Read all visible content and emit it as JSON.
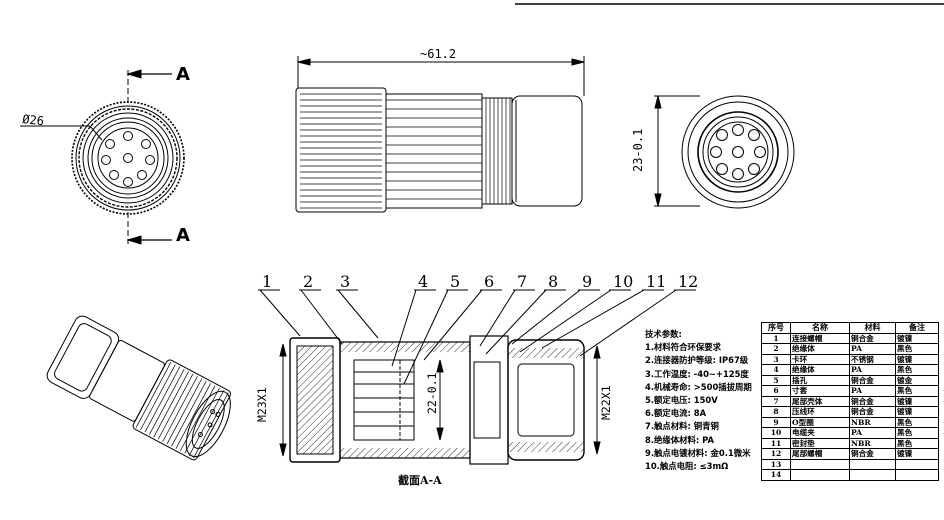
{
  "top_view": {
    "section_label_top": "A",
    "section_label_bottom": "A",
    "diameter_label": "Ø26"
  },
  "side_view": {
    "length_label": "~61.2"
  },
  "end_view": {
    "height_label": "23-0.1"
  },
  "section_view": {
    "callouts": [
      "1",
      "2",
      "3",
      "4",
      "5",
      "6",
      "7",
      "8",
      "9",
      "10",
      "11",
      "12"
    ],
    "left_thread": "M23X1",
    "inner_dim": "22-0.1",
    "right_thread": "M22X1",
    "caption": "截面A-A"
  },
  "specs": {
    "title": "技术参数:",
    "items": [
      "1.材料符合环保要求",
      "2.连接器防护等级: IP67级",
      "3.工作温度: -40~+125度",
      "4.机械寿命: >500插拔周期",
      "5.额定电压: 150V",
      "6.额定电流: 8A",
      "7.触点材料: 铜青铜",
      "8.绝缘体材料: PA",
      "9.触点电镀材料: 金0.1微米",
      "10.触点电阻: ≤3mΩ"
    ]
  },
  "bom": {
    "headers": [
      "序号",
      "名称",
      "材料",
      "备注"
    ],
    "rows": [
      [
        "1",
        "连接螺帽",
        "铜合金",
        "镀镍"
      ],
      [
        "2",
        "绝缘体",
        "PA",
        "黑色"
      ],
      [
        "3",
        "卡环",
        "不锈钢",
        "镀镍"
      ],
      [
        "4",
        "绝缘体",
        "PA",
        "黑色"
      ],
      [
        "5",
        "插孔",
        "铜合金",
        "镀金"
      ],
      [
        "6",
        "寸套",
        "PA",
        "黑色"
      ],
      [
        "7",
        "尾部壳体",
        "铜合金",
        "镀镍"
      ],
      [
        "8",
        "压线环",
        "铜合金",
        "镀镍"
      ],
      [
        "9",
        "O型圈",
        "NBR",
        "黑色"
      ],
      [
        "10",
        "电缆夹",
        "PA",
        "黑色"
      ],
      [
        "11",
        "密封垫",
        "NBR",
        "黑色"
      ],
      [
        "12",
        "尾部螺帽",
        "铜合金",
        "镀镍"
      ],
      [
        "13",
        "",
        "",
        ""
      ],
      [
        "14",
        "",
        "",
        ""
      ]
    ]
  }
}
